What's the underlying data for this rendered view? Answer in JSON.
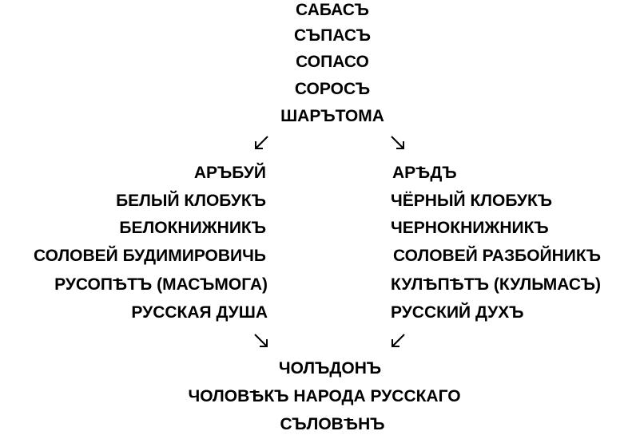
{
  "top_chain": [
    "САБАСЪ",
    "СЪПАСЪ",
    "СОПАСО",
    "СОРОСЪ",
    "ШАРЪТОМА"
  ],
  "left_branch": [
    "АРЪБУЙ",
    "БЕЛЫЙ КЛОБУКЪ",
    "БЕЛОКНИЖНИКЪ",
    "СОЛОВЕЙ БУДИМИРОВИЧЬ",
    "РУСОПѢТЪ (МАСЪМОГА)",
    "РУССКАЯ ДУША"
  ],
  "right_branch": [
    "АРѢДЪ",
    "ЧЁРНЫЙ КЛОБУКЪ",
    "ЧЕРНОКНИЖНИКЪ",
    "СОЛОВЕЙ РАЗБОЙНИКЪ",
    "КУЛѢПѢТЪ (КУЛЬМАСЪ)",
    "РУССКИЙ ДУХЪ"
  ],
  "bottom_chain": [
    "ЧОЛЪДОНЪ",
    "ЧОЛОВѢКЪ НАРОДА РУССКАГО",
    "СЪЛОВѢНЪ"
  ],
  "arrow_color": "#000000"
}
